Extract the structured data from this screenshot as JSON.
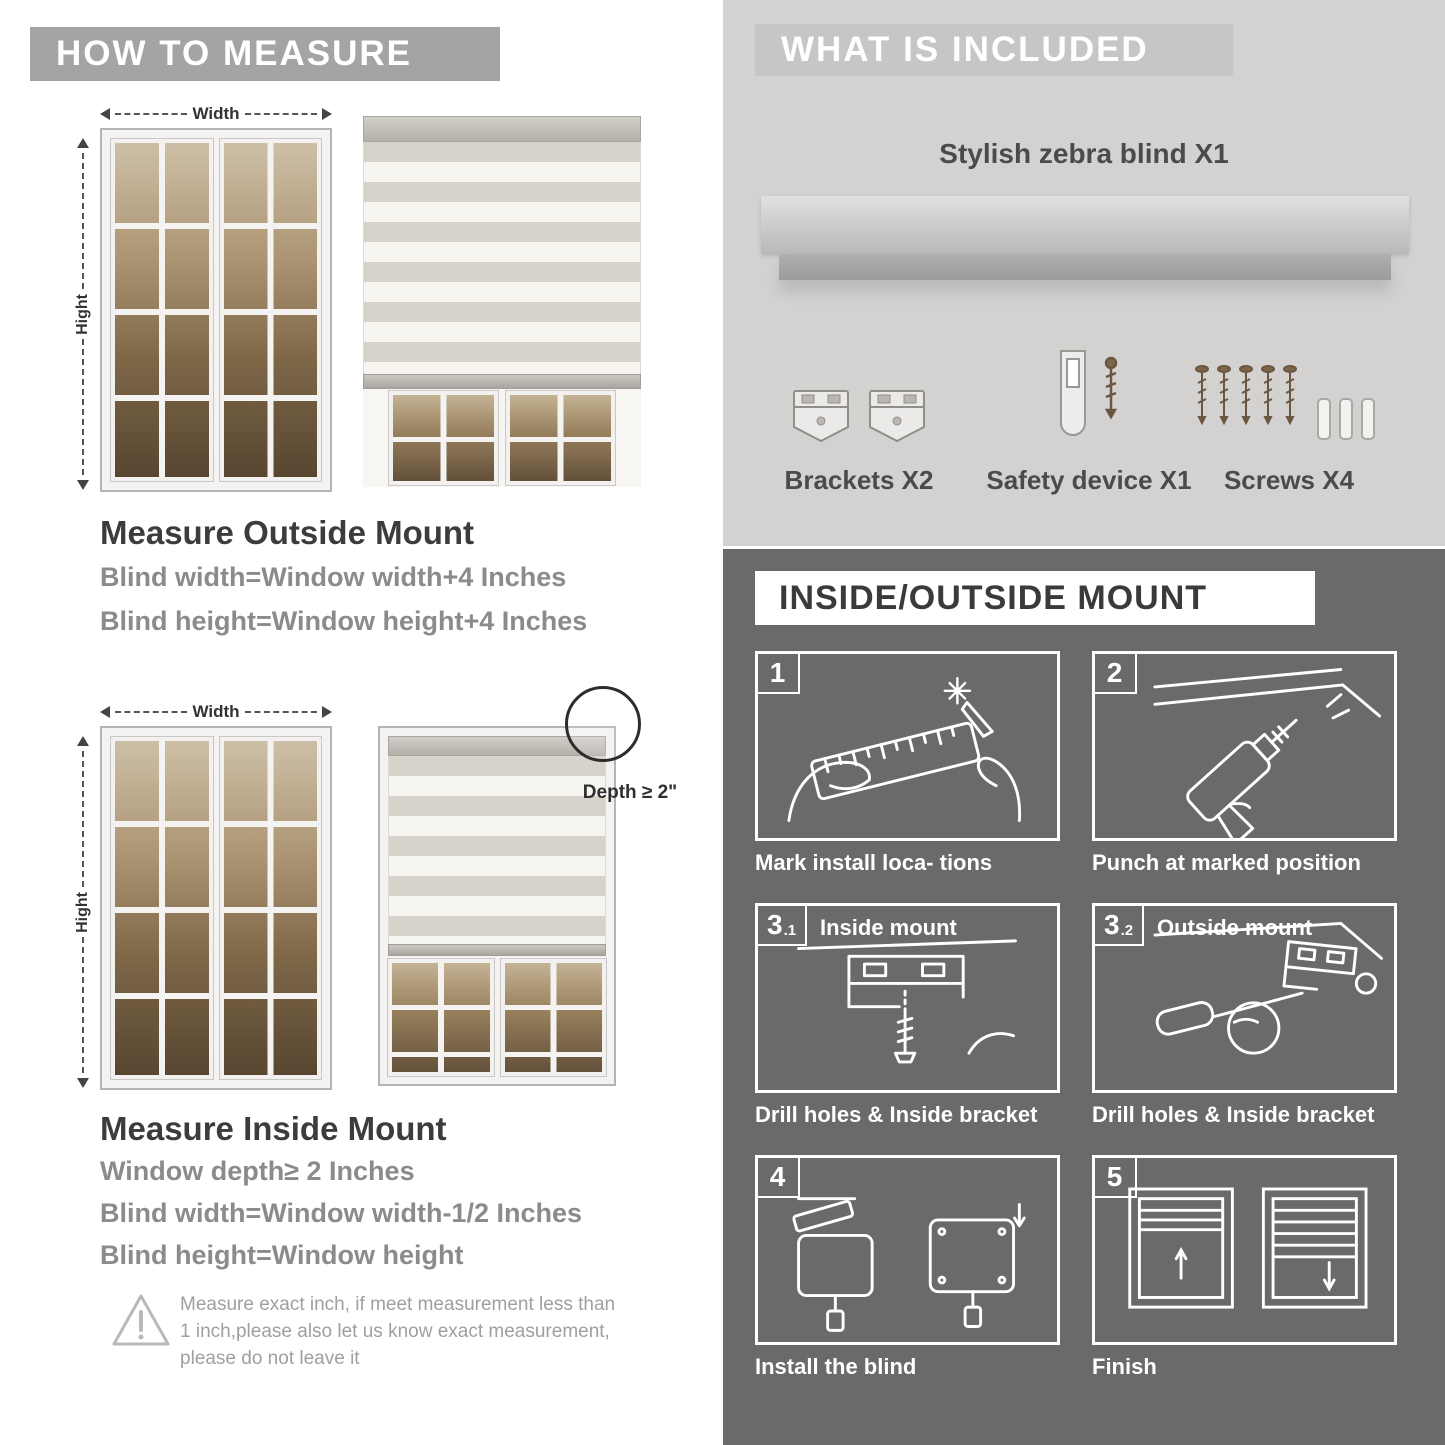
{
  "palette": {
    "banner_gray": "#a6a4a2",
    "included_banner_gray": "#c7c6c4",
    "panel_light": "#d3d2d1",
    "panel_dark": "#6a6a6a",
    "text_gray": "#8b8b8b"
  },
  "left": {
    "header": "HOW TO MEASURE",
    "figure_labels": {
      "width": "Width",
      "height": "Hight",
      "depth": "Depth ≥ 2\""
    },
    "outside": {
      "title": "Measure Outside Mount",
      "line1": "Blind width=Window width+4 Inches",
      "line2": "Blind height=Window height+4 Inches"
    },
    "inside": {
      "title": "Measure Inside Mount",
      "line1": "Window depth≥ 2 Inches",
      "line2": "Blind width=Window width-1/2 Inches",
      "line3": "Blind height=Window height"
    },
    "note": "Measure exact inch, if meet measurement less than 1 inch,please also let us know exact measurement, please do not leave it"
  },
  "right": {
    "included": {
      "header": "WHAT IS INCLUDED",
      "blind_label": "Stylish zebra blind X1",
      "items": [
        {
          "label": "Brackets X2"
        },
        {
          "label": "Safety device X1"
        },
        {
          "label": "Screws X4"
        }
      ]
    },
    "mount": {
      "header": "INSIDE/OUTSIDE MOUNT",
      "steps": [
        {
          "num": "1",
          "sub": "",
          "label": "",
          "caption": "Mark install loca- tions"
        },
        {
          "num": "2",
          "sub": "",
          "label": "",
          "caption": "Punch at  marked position"
        },
        {
          "num": "3",
          "sub": ".1",
          "label": "Inside mount",
          "caption": "Drill holes &  Inside bracket"
        },
        {
          "num": "3",
          "sub": ".2",
          "label": "Outside mount",
          "caption": "Drill holes &  Inside bracket"
        },
        {
          "num": "4",
          "sub": "",
          "label": "",
          "caption": "Install the blind"
        },
        {
          "num": "5",
          "sub": "",
          "label": "",
          "caption": "Finish"
        }
      ]
    }
  }
}
